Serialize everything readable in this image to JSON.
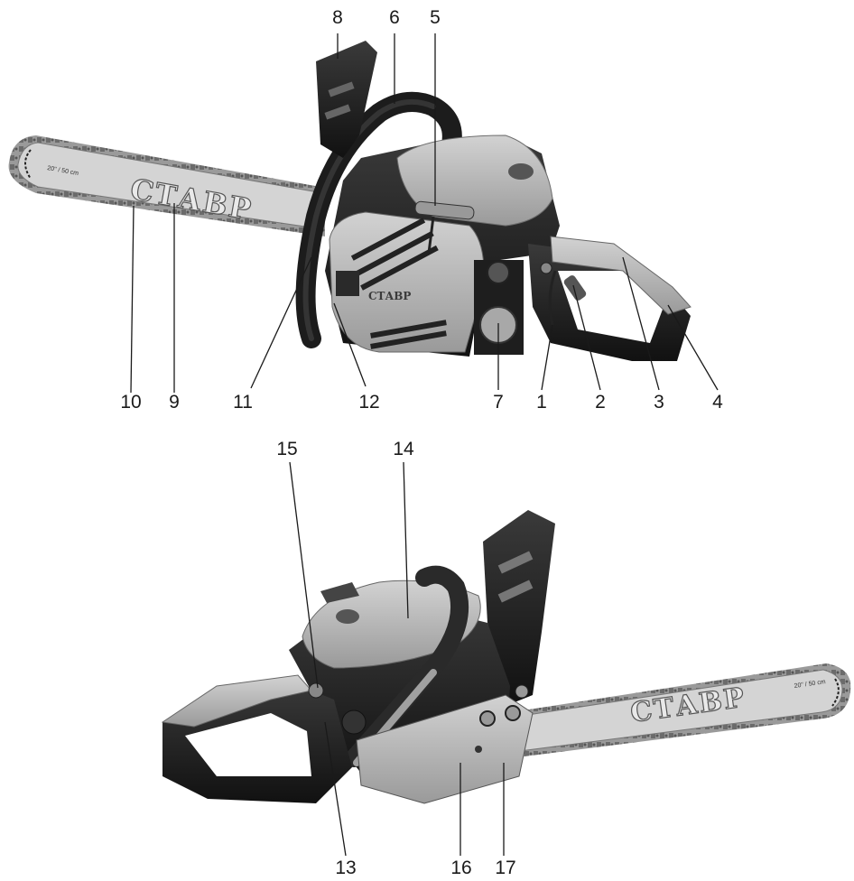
{
  "figure": {
    "brand": "СТАВР",
    "bar_marking": "20\" / 50 cm",
    "top_view_callouts": [
      "8",
      "6",
      "5",
      "10",
      "9",
      "11",
      "12",
      "7",
      "1",
      "2",
      "3",
      "4"
    ],
    "bottom_view_callouts": [
      "15",
      "14",
      "13",
      "16",
      "17"
    ]
  },
  "colors": {
    "body_light": "#b3b3b3",
    "body_dark": "#1e1e1e",
    "bar": "#d4d4d4",
    "chain": "#8a8a8a",
    "ink": "#1a1a1a"
  }
}
